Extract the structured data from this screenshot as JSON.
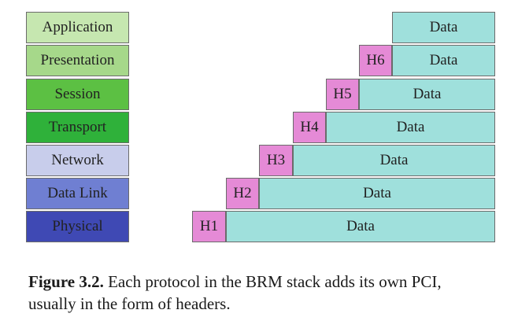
{
  "layers": [
    {
      "name": "Application",
      "color": "#c6e7b0"
    },
    {
      "name": "Presentation",
      "color": "#a6d88a"
    },
    {
      "name": "Session",
      "color": "#5cc043"
    },
    {
      "name": "Transport",
      "color": "#2fb13a"
    },
    {
      "name": "Network",
      "color": "#c8cdeb"
    },
    {
      "name": "Data Link",
      "color": "#6f7fd2"
    },
    {
      "name": "Physical",
      "color": "#3f49b4"
    }
  ],
  "headers": [
    "H6",
    "H5",
    "H4",
    "H3",
    "H2",
    "H1"
  ],
  "data_label": "Data",
  "caption": {
    "label": "Figure 3.2.",
    "text": "Each protocol in the BRM stack adds its own PCI, usually in the form of headers."
  }
}
